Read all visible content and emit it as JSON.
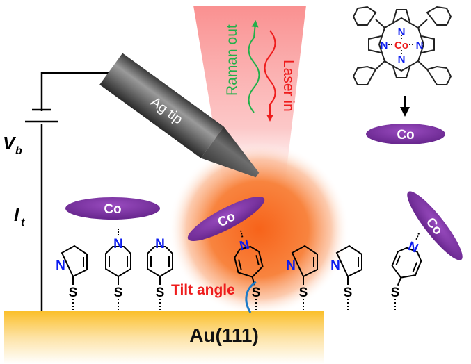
{
  "labels": {
    "tip": "Ag tip",
    "raman_out": "Raman out",
    "laser_in": "Laser in",
    "bias_voltage": "V",
    "bias_voltage_sub": "b",
    "tunnel_current": "I",
    "tunnel_current_sub": "t",
    "substrate": "Au(111)",
    "tilt_angle": "Tilt angle",
    "cobalt": "Co",
    "nitrogen": "N",
    "sulfur": "S"
  },
  "colors": {
    "laser_beam": "#f98a8a",
    "raman": "#22b04a",
    "laser": "#ee1c1c",
    "hotspot": "#f7732a",
    "cobalt_disc": "#7a2e9e",
    "nitrogen": "#0b1cf0",
    "cobalt_atom": "#ee1c1c",
    "gold_top": "#fbbf2a",
    "tilt_arc": "#1c7ac8",
    "tilt_text": "#ee1c1c"
  },
  "molecules": [
    {
      "type": "2-mercaptopyridine",
      "bound_co": false
    },
    {
      "type": "4-mercaptopyridine",
      "bound_co": true,
      "orientation": "upright"
    },
    {
      "type": "4-mercaptopyridine",
      "bound_co": false
    },
    {
      "type": "4-mercaptopyridine",
      "bound_co": true,
      "orientation": "tilted"
    },
    {
      "type": "2-mercaptopyridine",
      "bound_co": false
    },
    {
      "type": "2-mercaptopyridine",
      "bound_co": false
    },
    {
      "type": "4-mercaptopyridine",
      "bound_co": true,
      "orientation": "tilted-right"
    }
  ]
}
